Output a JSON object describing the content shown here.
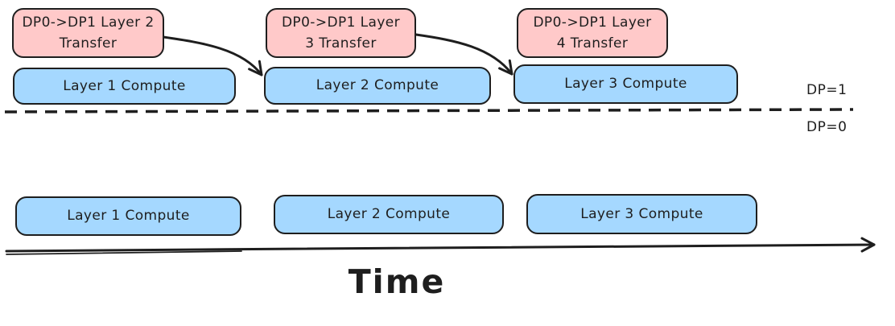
{
  "diagram": {
    "dp1_lane": {
      "label": "DP=1",
      "transfer_boxes": [
        "DP0->DP1 Layer 2 Transfer",
        "DP0->DP1 Layer 3 Transfer",
        "DP0->DP1 Layer 4 Transfer"
      ],
      "compute_boxes": [
        "Layer 1 Compute",
        "Layer 2 Compute",
        "Layer 3 Compute"
      ]
    },
    "dp0_lane": {
      "label": "DP=0",
      "compute_boxes": [
        "Layer 1 Compute",
        "Layer 2 Compute",
        "Layer 3 Compute"
      ]
    },
    "time_axis_label": "Time",
    "colors": {
      "transfer_fill": "#ffc9c9",
      "compute_fill": "#a5d8ff",
      "stroke": "#1e1e1e",
      "background": "#ffffff"
    }
  }
}
